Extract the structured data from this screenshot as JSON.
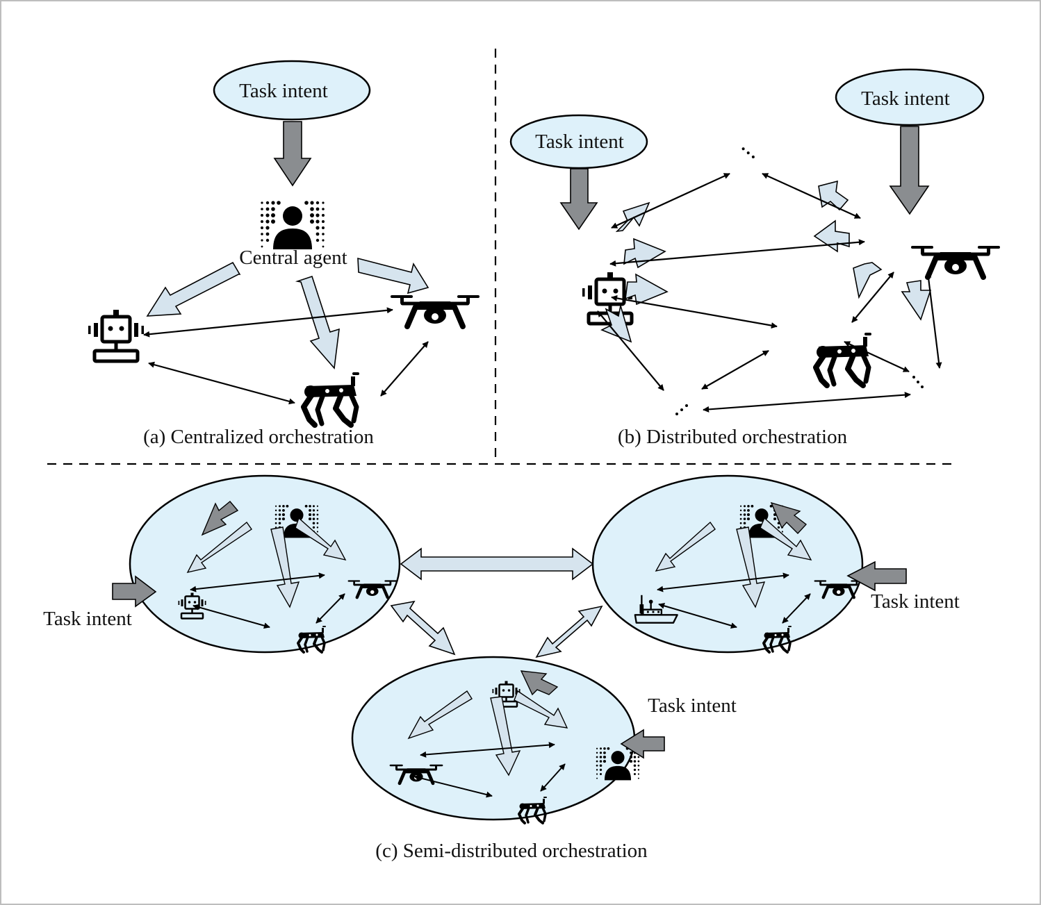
{
  "panels": {
    "a": {
      "caption": "(a) Centralized orchestration",
      "intent_label": "Task intent",
      "central_label": "Central agent"
    },
    "b": {
      "caption": "(b) Distributed orchestration",
      "intent_left_label": "Task intent",
      "intent_right_label": "Task intent"
    },
    "c": {
      "caption": "(c) Semi-distributed orchestration",
      "intent_left_label": "Task intent",
      "intent_right_label": "Task intent",
      "intent_bottom_label": "Task intent"
    }
  },
  "colors": {
    "ellipse_fill": "#def1fa",
    "hollow_arrow_fill": "#d6e4ee",
    "intent_arrow_fill": "#8a8d90",
    "stroke": "#000000",
    "frame": "#bdbdbd"
  },
  "icons": [
    "person-agent-icon",
    "robot-icon",
    "drone-icon",
    "robot-dog-icon",
    "boat-icon",
    "ellipsis-icon"
  ]
}
